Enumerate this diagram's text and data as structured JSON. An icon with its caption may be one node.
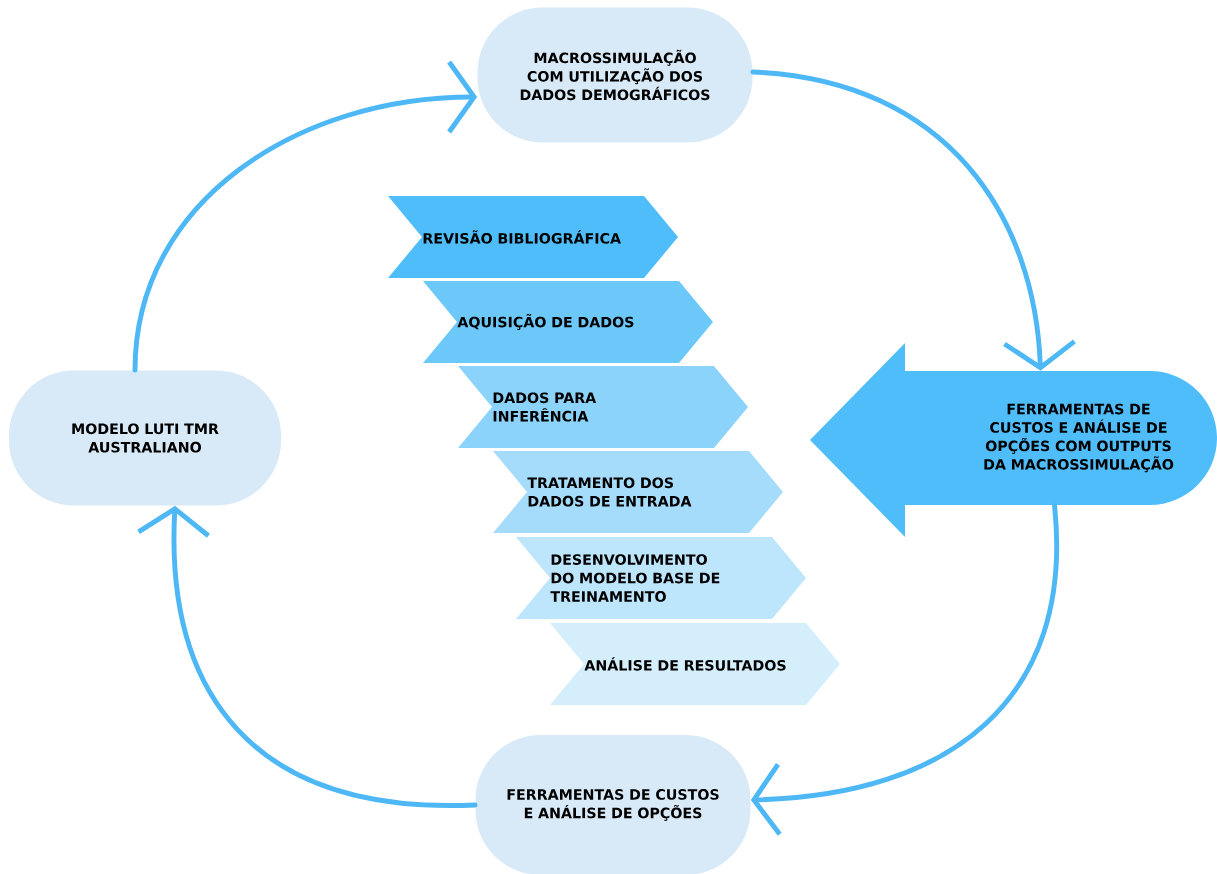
{
  "diagram": {
    "nodes": [
      {
        "text": [
          "MACROSSIMULAÇÃO COM UTILIZAÇÃO DOS DADOS DEMOGRÁFICOS"
        ]
      },
      {
        "text": [
          "FERRAMENTAS DE CUSTOS E ANÁLISE DE OPÇÕES COM OUTPUTS DA MACROSSIMULAÇÃO"
        ]
      },
      {
        "text": [
          "FERRAMENTAS DE CUSTOS E ANÁLISE DE OPÇÕES"
        ]
      },
      {
        "text": [
          "MODELO LUTI TMR AUSTRALIANO"
        ]
      },
      {
        "text": [
          "REVISÃO BIBLIOGRÁFICA"
        ]
      },
      {
        "text": [
          "AQUISIÇÃO DE DADOS"
        ]
      },
      {
        "text": [
          "DADOS PARA INFERÊNCIA"
        ]
      },
      {
        "text": [
          "TRATAMENTO DOS DADOS DE ENTRADA"
        ]
      },
      {
        "text": [
          "DESENVOLVIMENTO DO MODELO BASE DE TREINAMENTO"
        ]
      },
      {
        "text": [
          "ANÁLISE DE RESULTADOS"
        ]
      }
    ],
    "edges": [
      {
        "from": 3,
        "to": 0,
        "arrow": "to"
      },
      {
        "from": 0,
        "to": 1,
        "arrow": "to"
      },
      {
        "from": 1,
        "to": 2,
        "arrow": "to"
      },
      {
        "from": 2,
        "to": 3,
        "arrow": "to"
      }
    ]
  }
}
